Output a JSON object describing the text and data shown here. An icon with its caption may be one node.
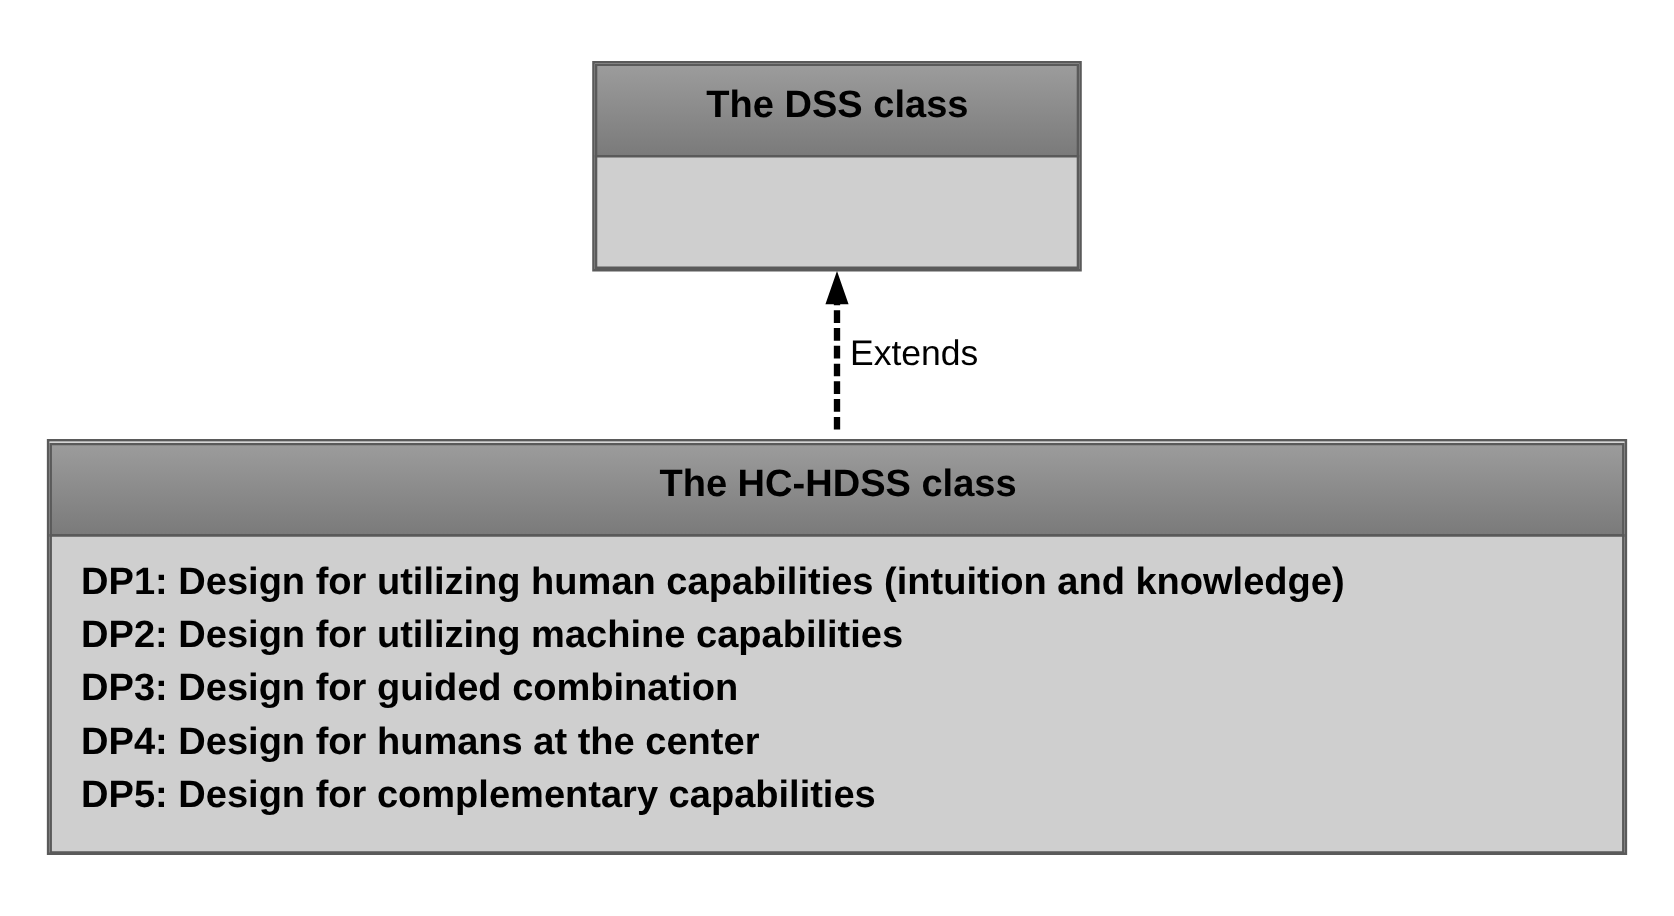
{
  "diagram": {
    "nodes": [
      {
        "text": [
          "The DSS class"
        ]
      },
      {
        "text": [
          "The HC-HDSS class",
          "DP1: Design for utilizing human capabilities (intuition and knowledge)",
          "DP2: Design for utilizing machine capabilities",
          "DP3: Design for guided combination",
          "DP4: Design for humans at the center",
          "DP5: Design for complementary capabilities"
        ]
      }
    ],
    "edges": [
      {
        "from": 1,
        "to": 0,
        "arrow": "to",
        "style": "dashed",
        "label": "Extends"
      }
    ]
  }
}
